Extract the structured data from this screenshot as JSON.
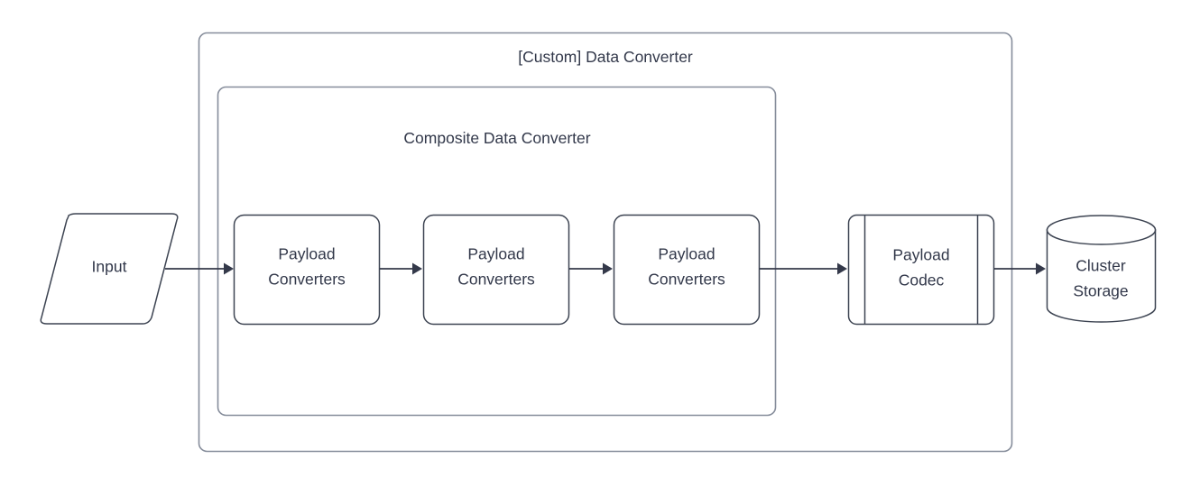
{
  "diagram": {
    "title": "[Custom] Data Converter",
    "background_color": "#ffffff",
    "stroke_color": "#868d9b",
    "shape_stroke_color": "#3d4452",
    "text_color": "#32384a",
    "connector_color": "#34394a"
  },
  "outer_container": {
    "label": "[Custom] Data Converter",
    "shape": "rounded-rectangle"
  },
  "inner_container": {
    "label": "Composite Data Converter",
    "shape": "rounded-rectangle"
  },
  "nodes": {
    "input": {
      "label": "Input",
      "shape": "parallelogram"
    },
    "converter_1": {
      "label_line_1": "Payload",
      "label_line_2": "Converters",
      "shape": "rounded-rectangle"
    },
    "converter_2": {
      "label_line_1": "Payload",
      "label_line_2": "Converters",
      "shape": "rounded-rectangle"
    },
    "converter_3": {
      "label_line_1": "Payload",
      "label_line_2": "Converters",
      "shape": "rounded-rectangle"
    },
    "payload_codec": {
      "label_line_1": "Payload",
      "label_line_2": "Codec",
      "shape": "subroutine"
    },
    "cluster_storage": {
      "label_line_1": "Cluster",
      "label_line_2": "Storage",
      "shape": "cylinder"
    }
  },
  "connectors": [
    {
      "name": "input-to-converter-1",
      "from": "input",
      "to": "converter_1",
      "arrow": "single"
    },
    {
      "name": "converter-1-to-converter-2",
      "from": "converter_1",
      "to": "converter_2",
      "arrow": "single"
    },
    {
      "name": "converter-2-to-converter-3",
      "from": "converter_2",
      "to": "converter_3",
      "arrow": "single"
    },
    {
      "name": "converter-3-to-payload-codec",
      "from": "converter_3",
      "to": "payload_codec",
      "arrow": "single"
    },
    {
      "name": "payload-codec-to-cluster-storage",
      "from": "payload_codec",
      "to": "cluster_storage",
      "arrow": "single"
    }
  ]
}
